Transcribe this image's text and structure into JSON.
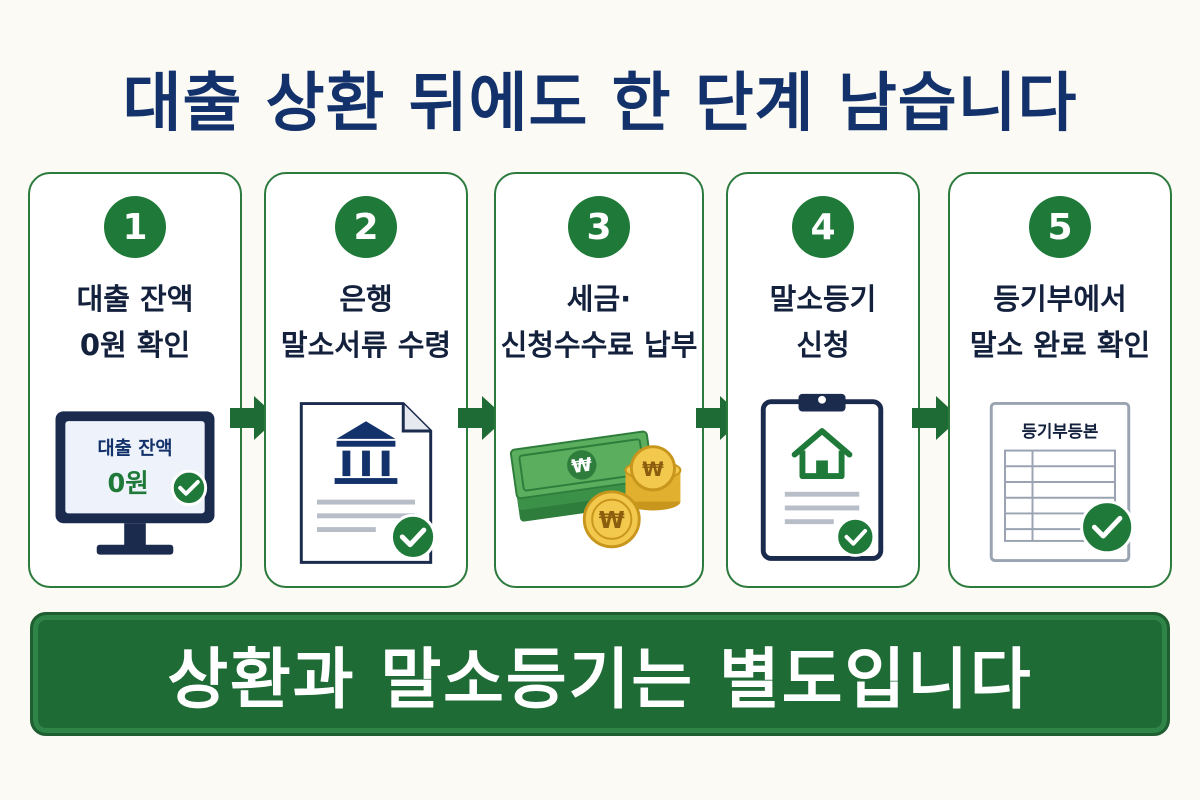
{
  "title": "대출 상환 뒤에도 한 단계 남습니다",
  "steps": [
    {
      "number": "1",
      "line1": "대출 잔액",
      "line2": "0원 확인",
      "screen_line1": "대출 잔액",
      "screen_line2": "0원"
    },
    {
      "number": "2",
      "line1": "은행",
      "line2": "말소서류 수령"
    },
    {
      "number": "3",
      "line1": "세금·",
      "line2": "신청수수료 납부",
      "coin_symbol": "₩"
    },
    {
      "number": "4",
      "line1": "말소등기",
      "line2": "신청"
    },
    {
      "number": "5",
      "line1": "등기부에서",
      "line2": "말소 완료 확인",
      "doc_title": "등기부등본"
    }
  ],
  "banner": "상환과 말소등기는 별도입니다",
  "colors": {
    "navy": "#13326b",
    "green": "#1f7a3a",
    "banner_green": "#1f6b36"
  }
}
